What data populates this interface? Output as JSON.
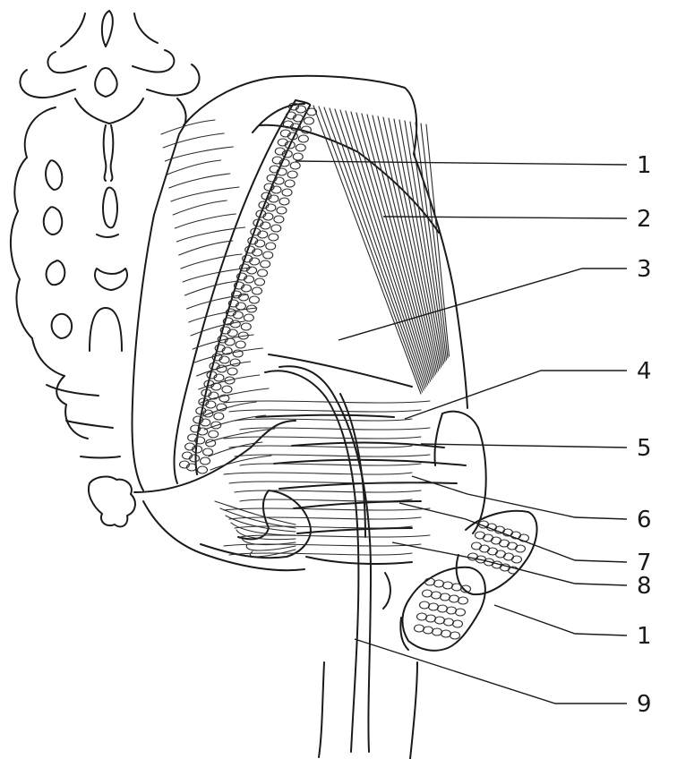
{
  "diagram": {
    "labels": [
      "1",
      "2",
      "3",
      "4",
      "5",
      "6",
      "7",
      "8",
      "1",
      "9"
    ]
  },
  "colors": {
    "ink": "#1a1a1a",
    "background": "#ffffff"
  }
}
